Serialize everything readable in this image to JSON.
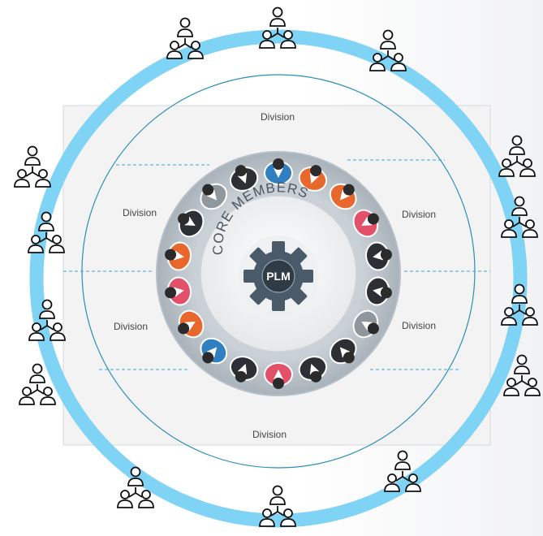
{
  "diagram": {
    "center_label": "PLM",
    "ring_label": "CORE MEMBERS",
    "division_labels": {
      "top": "Division",
      "upper_left": "Division",
      "upper_right": "Division",
      "lower_left": "Division",
      "lower_right": "Division",
      "bottom": "Division"
    },
    "colors": {
      "outer_ring": "#7fd3f5",
      "inner_circle": "#2a8fb5",
      "dashed_lines": "#3fa7cf",
      "panel": "#f3f3f4",
      "gear": "#4a5a68",
      "seat_orange": "#e8672c",
      "seat_pink": "#e2506a",
      "seat_blue": "#2f7fc1",
      "seat_gray": "#8f969c",
      "seat_dark": "#2c2f33"
    },
    "icons": {
      "team": "team-network-icon",
      "member": "person-at-table-icon",
      "gear": "gear-icon"
    }
  }
}
